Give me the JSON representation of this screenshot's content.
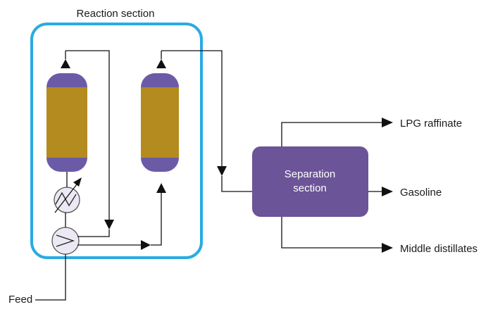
{
  "labels": {
    "reaction_section": "Reaction section",
    "separation_section_line1": "Separation",
    "separation_section_line2": "section",
    "lpg_raffinate": "LPG raffinate",
    "gasoline": "Gasoline",
    "middle_distillates": "Middle distillates",
    "feed": "Feed"
  },
  "colors": {
    "reaction_box_border": "#29abe2",
    "reactor_cap": "#6b5ba6",
    "catalyst_bed": "#b38b1f",
    "separation_box": "#6b5497",
    "exchanger_fill": "#ece8f4",
    "line": "#111111"
  }
}
